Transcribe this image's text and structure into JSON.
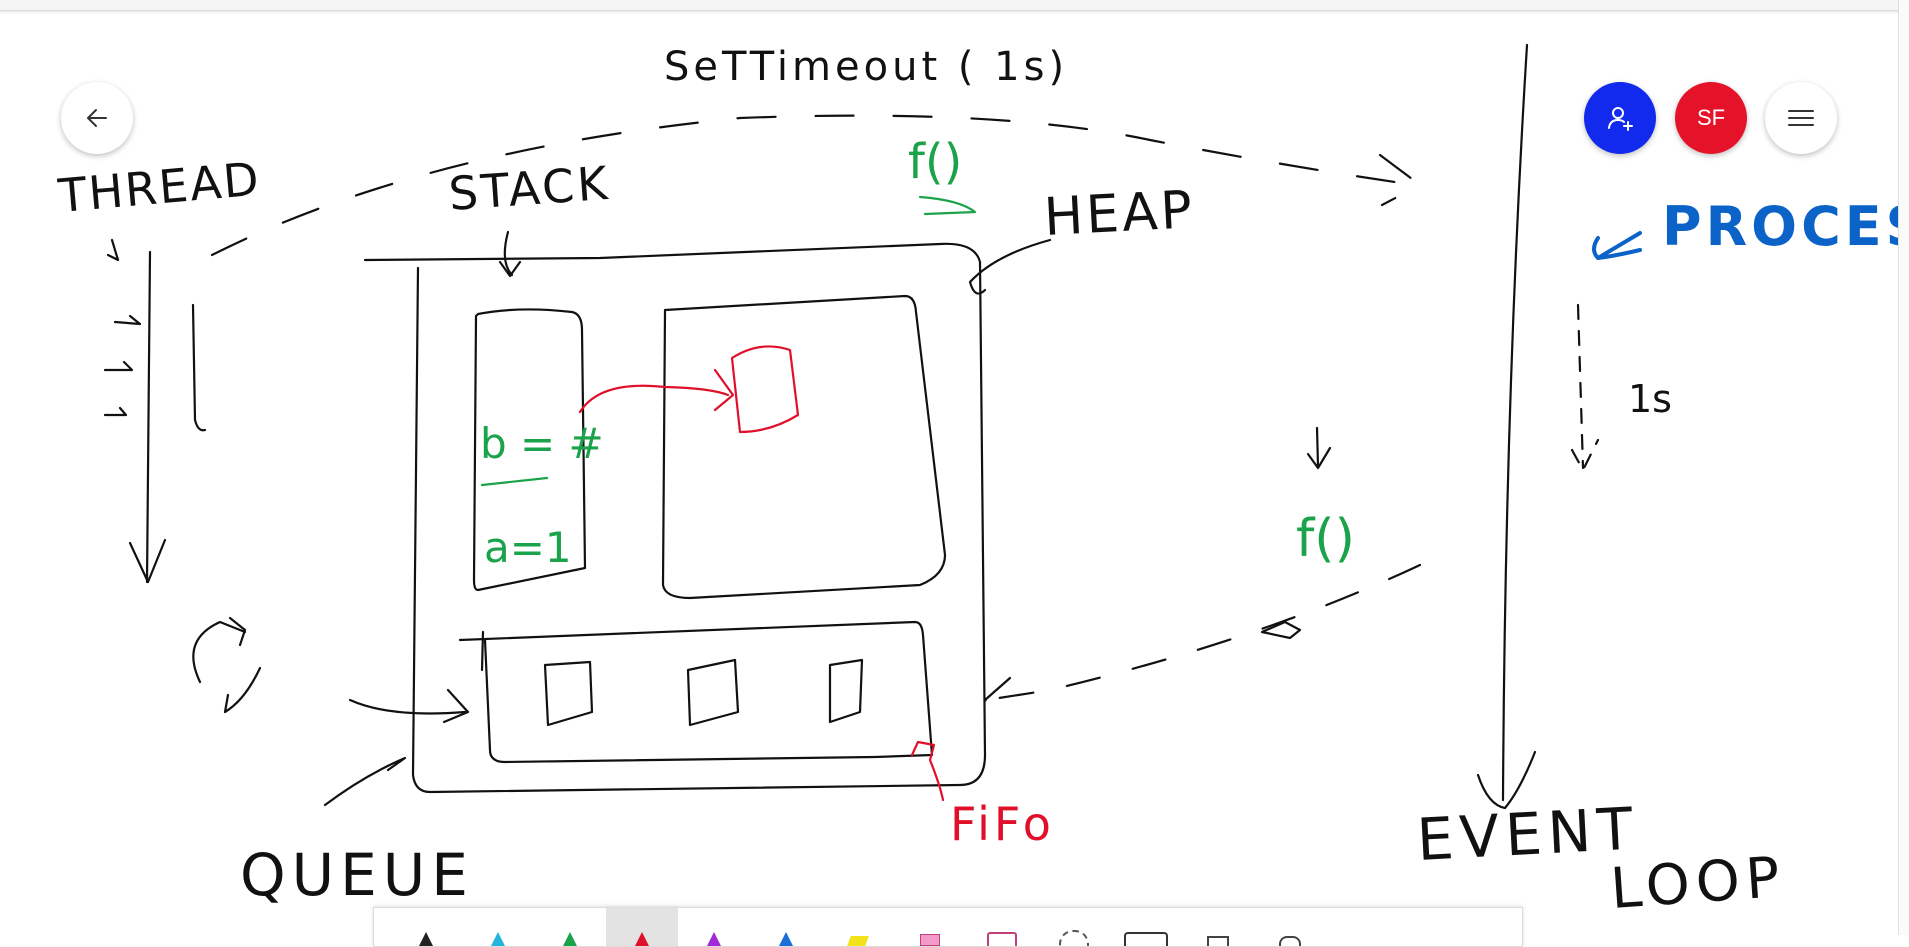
{
  "canvas": {
    "labels": {
      "settimeout": "SeTTimeout ( 1s)",
      "f_top": "f()",
      "thread": "THREAD",
      "stack": "STACK",
      "heap": "HEAP",
      "process": "PROCESS",
      "one_s": "1s",
      "b_ref": "b = #",
      "a_val": "a=1",
      "f_right": "f()",
      "queue": "QUEUE",
      "fifo": "FiFo",
      "event": "EVENT",
      "loop": "LOOP"
    },
    "colors": {
      "ink": "#111111",
      "green": "#1aa34a",
      "red": "#e0102a",
      "blue": "#0b63c8"
    }
  },
  "header": {
    "back_icon": "arrow-left-icon",
    "invite_icon": "add-person-icon",
    "avatar_initials": "SF",
    "menu_icon": "hamburger-icon",
    "invite_color": "#1229ee",
    "avatar_color": "#e5132a"
  },
  "toolbar": {
    "tools": [
      "black-pen-icon",
      "cyan-pen-icon",
      "green-pen-icon",
      "red-pen-icon",
      "purple-pen-icon",
      "blue-pen-icon",
      "yellow-highlighter-icon",
      "pink-highlighter-icon",
      "eraser-icon",
      "lasso-icon",
      "ruler-icon",
      "image-icon",
      "undo-icon"
    ],
    "active_tool": "red-pen-icon"
  }
}
